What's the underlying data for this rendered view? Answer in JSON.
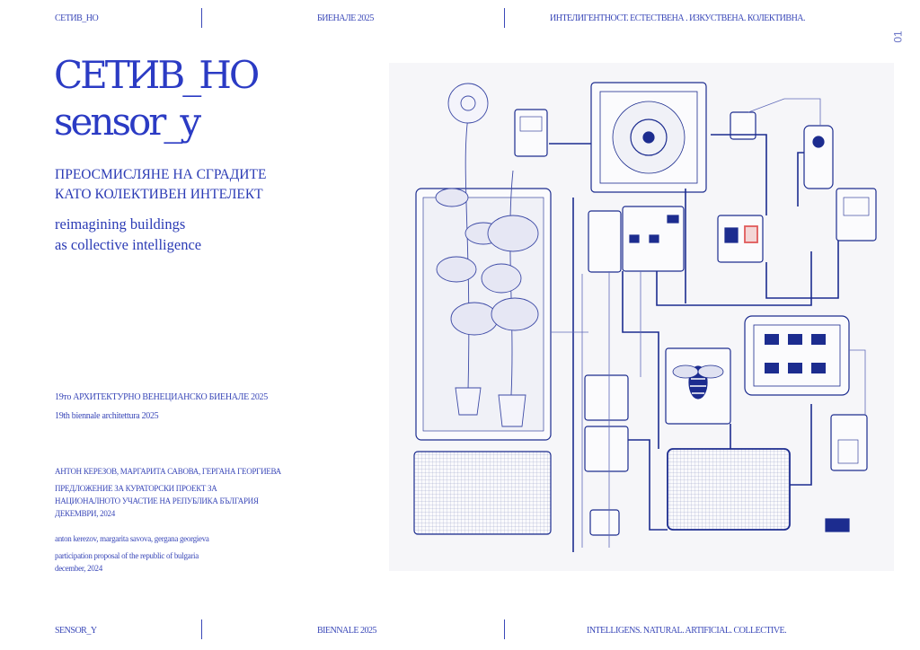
{
  "header": {
    "left": "СЕТИВ_НО",
    "center": "БИЕНАЛЕ 2025",
    "right": "ИНТЕЛИГЕНТНОСТ. ЕСТЕСТВЕНА . ИЗКУСТВЕНА. КОЛЕКТИВНА."
  },
  "page_number": "01",
  "title": {
    "line1": "СЕТИВ_НО",
    "line2": "sensor_y"
  },
  "subtitle_bg": {
    "line1": "ПРЕОСМИСЛЯНЕ НА СГРАДИТЕ",
    "line2": "КАТО КОЛЕКТИВЕН ИНТЕЛЕКТ"
  },
  "subtitle_en": {
    "line1": "reimagining buildings",
    "line2": "as collective intelligence"
  },
  "event": {
    "bg": "19то АРХИТЕКТУРНО ВЕНЕЦИАНСКО БИЕНАЛЕ 2025",
    "en": "19th biennale architettura 2025"
  },
  "credits": {
    "authors_bg": "АНТОН КЕРЕЗОВ, МАРГАРИТА САВОВА, ГЕРГАНА ГЕОРГИЕВА",
    "proposal_bg_1": "ПРЕДЛОЖЕНИЕ ЗА КУРАТОРСКИ ПРОЕКТ ЗА",
    "proposal_bg_2": "НАЦИОНАЛНОТО УЧАСТИЕ НА РЕПУБЛИКА БЪЛГАРИЯ",
    "date_bg": "ДЕКЕМВРИ, 2024",
    "authors_en": "anton kerezov, margarita savova, gergana georgieva",
    "proposal_en": "participation proposal of the republic of bulgaria",
    "date_en": "december, 2024"
  },
  "footer": {
    "left": "SENSOR_Y",
    "center": "BIENNALE 2025",
    "right": "INTELLIGENS. NATURAL. ARTIFICIAL. COLLECTIVE."
  },
  "colors": {
    "accent": "#2b3bc4",
    "line": "#1c2c8f",
    "figure_bg": "#f6f6f9",
    "highlight": "#e05a5a"
  }
}
